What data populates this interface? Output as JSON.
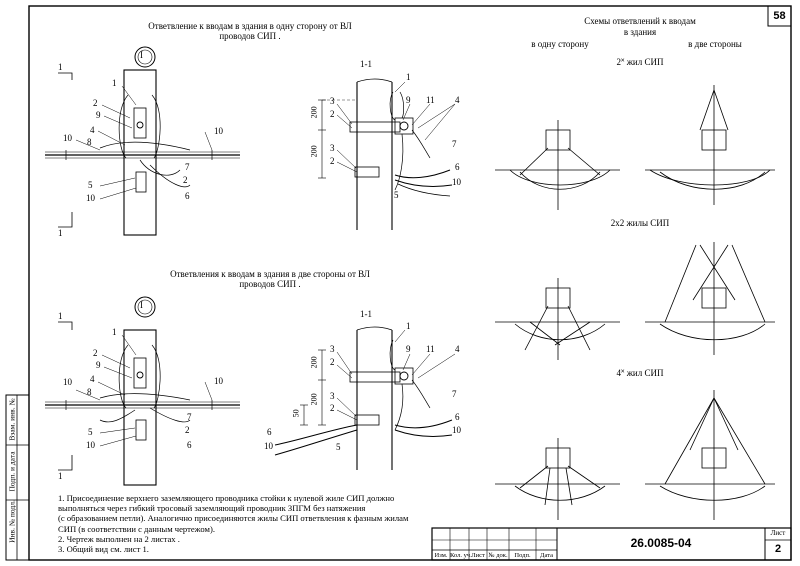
{
  "sheet": {
    "page_number": "58",
    "designation": "26.0085-04",
    "list_label": "Лист",
    "list_number": "2",
    "title_block_headers": [
      "Изм.",
      "Кол. уч.",
      "Лист",
      "№ док.",
      "Подп.",
      "Дата"
    ],
    "side_stamp": [
      "Инв. № подл.",
      "Подп. и дата",
      "Взам. инв. №"
    ]
  },
  "top_section": {
    "title_line1": "Ответвление к вводам в здания в одну сторону от ВЛ",
    "title_line2": "проводов СИП .",
    "view_marker": "I",
    "section_label": "1-1",
    "cut_mark": "1"
  },
  "bottom_section": {
    "title_line1": "Ответвления к вводам в здания в две стороны от ВЛ",
    "title_line2": "проводов СИП .",
    "view_marker": "I",
    "section_label": "1-1",
    "cut_mark": "1"
  },
  "callouts": {
    "n1": "1",
    "n2": "2",
    "n3": "3",
    "n4": "4",
    "n5": "5",
    "n6": "6",
    "n7": "7",
    "n8": "8",
    "n9": "9",
    "n10": "10",
    "n11": "11"
  },
  "dimensions": {
    "d200": "200",
    "d50": "50"
  },
  "schemes": {
    "title_line1": "Схемы ответвлений к вводам",
    "title_line2": "в здания",
    "col_one_side": "в одну сторону",
    "col_two_sides": "в две стороны",
    "row1": "2˟ жил СИП",
    "row2": "2х2 жилы СИП",
    "row3": "4˟ жил СИП"
  },
  "notes": [
    "1. Присоединение верхнего заземляющего проводника стойки к нулевой жиле СИП должно",
    "выполняться через гибкий тросовый заземляющий проводник ЗПГМ без натяжения",
    "(с образованием петли). Аналогично присоединяются жилы СИП ответвления к фазным жилам",
    "СИП (в соответствии с данным чертежом).",
    "2. Чертеж выполнен на 2 листах .",
    "3. Общий вид см. лист 1."
  ]
}
